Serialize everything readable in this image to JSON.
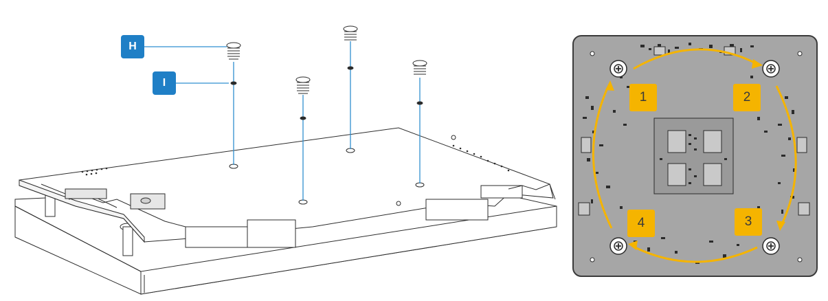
{
  "callouts": {
    "h": {
      "label": "H"
    },
    "i": {
      "label": "I"
    }
  },
  "sequence": {
    "badges": [
      "1",
      "2",
      "3",
      "4"
    ]
  },
  "colors": {
    "callout": "#1f7fc6",
    "guide_line": "#2f8fd0",
    "badge": "#f5b400",
    "arrow": "#f5b400",
    "board": "#a6a6a6",
    "outline": "#2b2b2b"
  }
}
